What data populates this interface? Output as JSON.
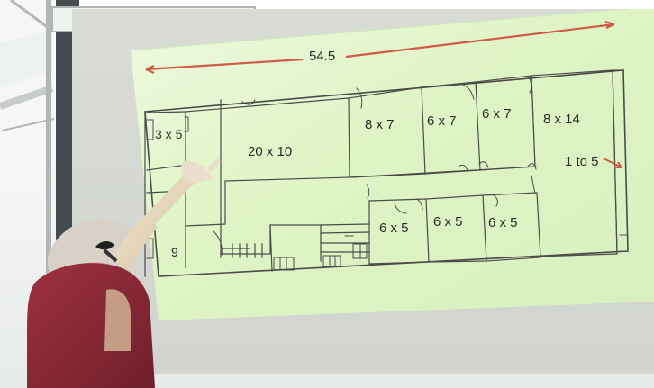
{
  "presentation": {
    "dimension_top": "54.5",
    "rooms": {
      "room_3x5": "3 x 5",
      "room_20x10": "20 x 10",
      "room_8x7": "8 x 7",
      "room_6x7_a": "6 x 7",
      "room_6x7_b": "6 x 7",
      "room_8x14": "8 x 14",
      "room_1to5": "1 to 5",
      "room_6x5_a": "6 x 5",
      "room_6x5_b": "6 x 5",
      "room_6x5_c": "6 x 5",
      "room_9": "9"
    }
  },
  "colors": {
    "screen_green": "#dff4c5",
    "screen_frame": "#d8dcd4",
    "plan_line": "#4b4b4b",
    "dimension_red": "#cf5a47",
    "speaker_shirt": "#8b2633",
    "speaker_hair": "#d7d1c7",
    "ceiling": "#f8f8f6"
  }
}
